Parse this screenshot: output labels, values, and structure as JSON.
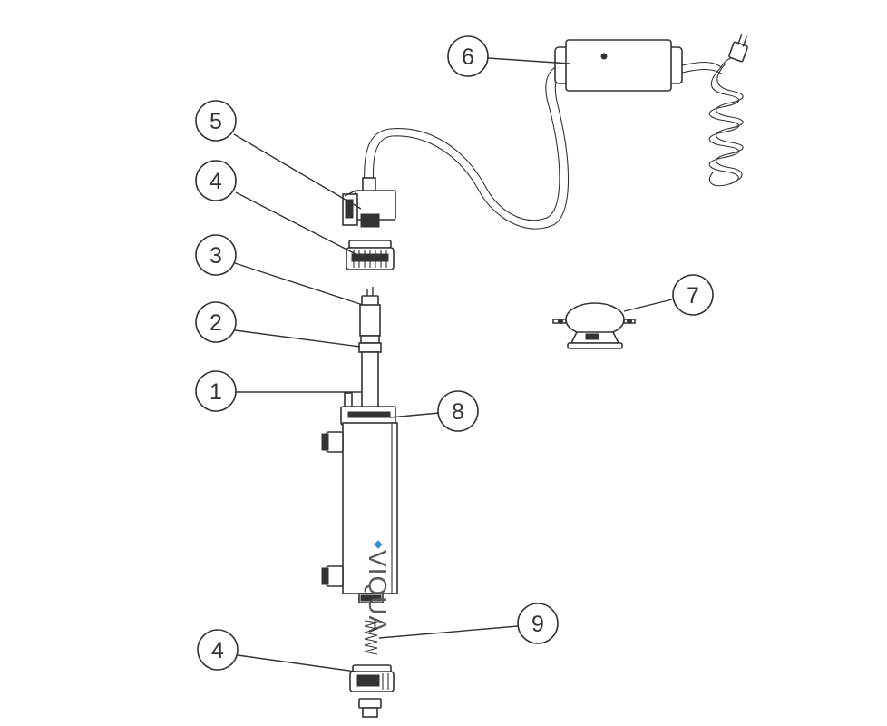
{
  "brand": {
    "name": "VIQUA",
    "accent_color": "#3a8fc4"
  },
  "callouts": [
    {
      "id": "1",
      "label": "1"
    },
    {
      "id": "2",
      "label": "2"
    },
    {
      "id": "3",
      "label": "3"
    },
    {
      "id": "4a",
      "label": "4"
    },
    {
      "id": "5",
      "label": "5"
    },
    {
      "id": "6",
      "label": "6"
    },
    {
      "id": "7",
      "label": "7"
    },
    {
      "id": "8",
      "label": "8"
    },
    {
      "id": "9",
      "label": "9"
    },
    {
      "id": "4b",
      "label": "4"
    }
  ]
}
